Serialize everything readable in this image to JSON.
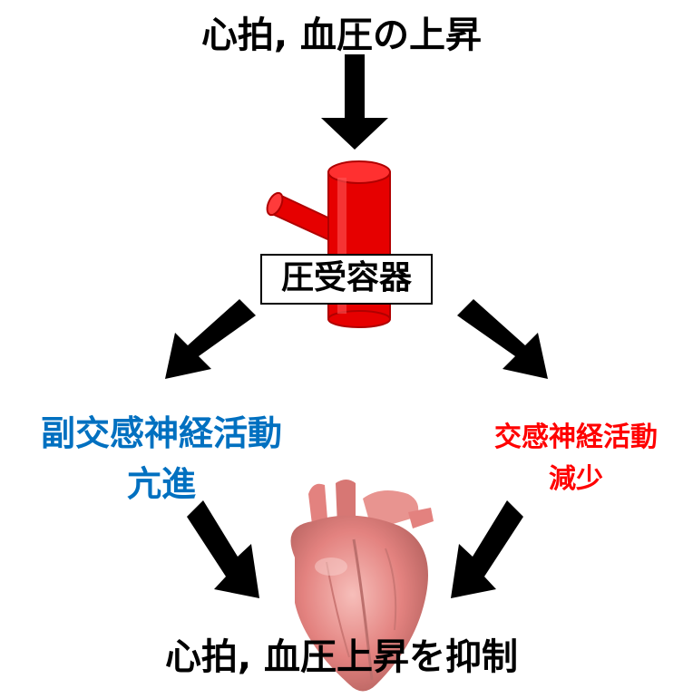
{
  "top_label": "心拍, 血圧の上昇",
  "receptor_label": "圧受容器",
  "left_label": {
    "line1": "副交感神経活動",
    "line2": "亢進",
    "color": "#0070c0"
  },
  "right_label": {
    "line1": "交感神経活動",
    "line2": "減少",
    "color": "#ff0000"
  },
  "bottom_label": "心拍, 血圧上昇を抑制",
  "icons": [
    "arrow-down-icon",
    "blood-vessel-icon",
    "heart-icon"
  ],
  "colors": {
    "arrow": "#000000",
    "vessel": "#ff0000",
    "heart": "#d9534f"
  }
}
